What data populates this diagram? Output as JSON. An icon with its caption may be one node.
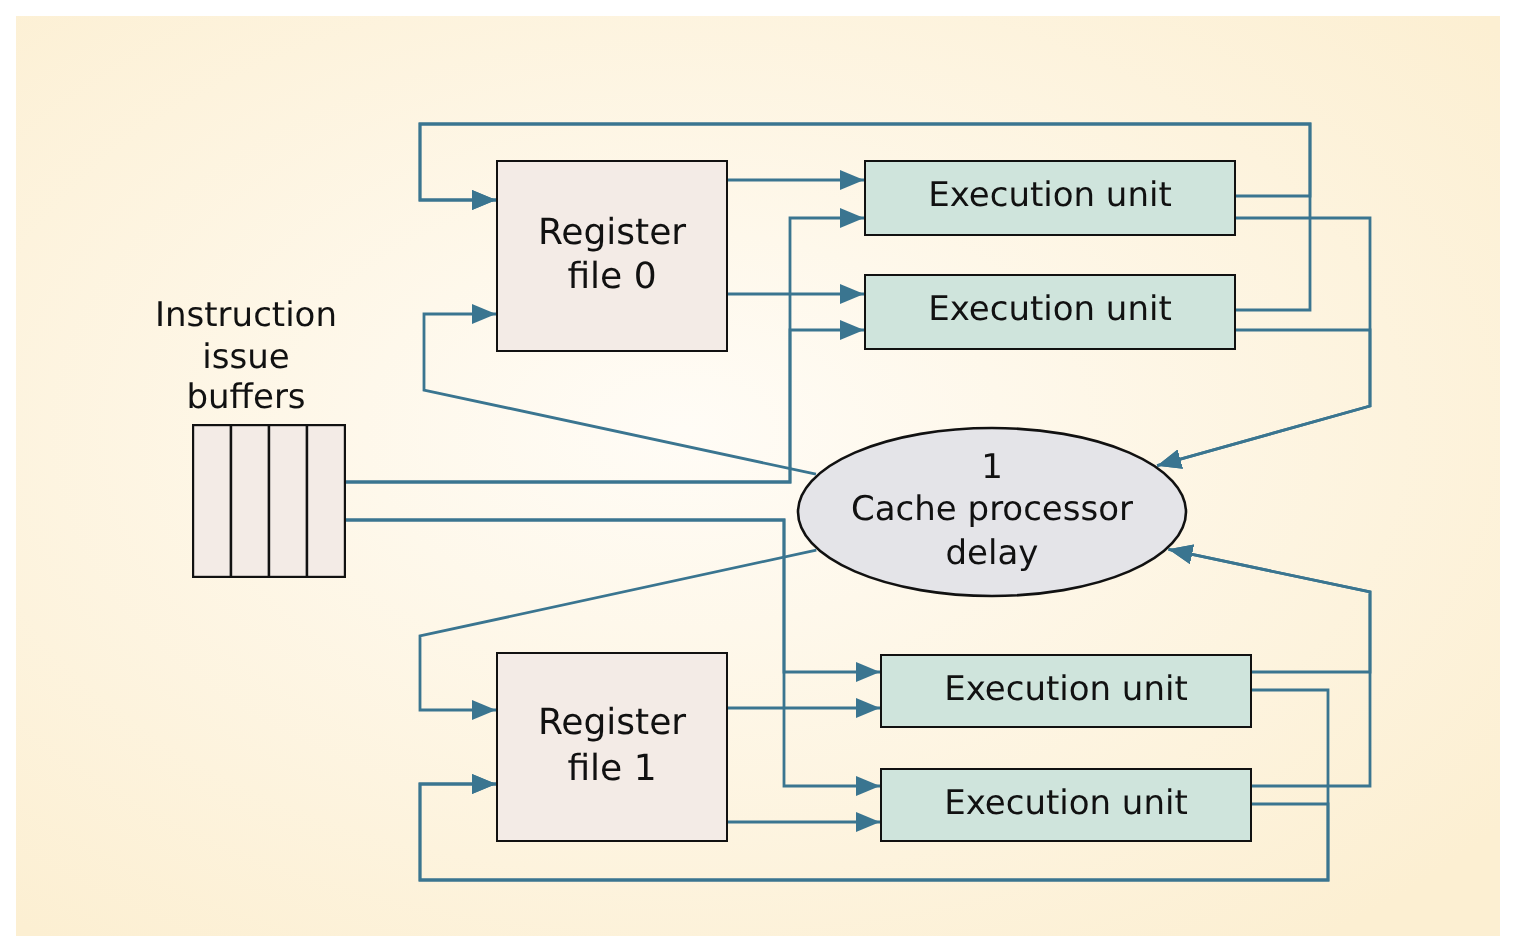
{
  "diagram": {
    "nodes": [
      {
        "text": [
          "Instruction issue buffers"
        ]
      },
      {
        "text": [
          "Register file 0"
        ]
      },
      {
        "text": [
          "Execution unit"
        ]
      },
      {
        "text": [
          "Execution unit"
        ]
      },
      {
        "text": [
          "1",
          "Cache processor delay"
        ]
      },
      {
        "text": [
          "Register file 1"
        ]
      },
      {
        "text": [
          "Execution unit"
        ]
      },
      {
        "text": [
          "Execution unit"
        ]
      }
    ],
    "edges": [
      {
        "from": 0,
        "to": 2,
        "arrow": "to"
      },
      {
        "from": 0,
        "to": 3,
        "arrow": "to"
      },
      {
        "from": 0,
        "to": 6,
        "arrow": "to"
      },
      {
        "from": 0,
        "to": 7,
        "arrow": "to"
      },
      {
        "from": 1,
        "to": 2,
        "arrow": "to"
      },
      {
        "from": 1,
        "to": 3,
        "arrow": "to"
      },
      {
        "from": 5,
        "to": 6,
        "arrow": "to"
      },
      {
        "from": 5,
        "to": 7,
        "arrow": "to"
      },
      {
        "from": 2,
        "to": 1,
        "arrow": "to"
      },
      {
        "from": 3,
        "to": 1,
        "arrow": "to"
      },
      {
        "from": 2,
        "to": 4,
        "arrow": "to"
      },
      {
        "from": 3,
        "to": 4,
        "arrow": "to"
      },
      {
        "from": 4,
        "to": 1,
        "arrow": "to"
      },
      {
        "from": 4,
        "to": 5,
        "arrow": "to"
      },
      {
        "from": 6,
        "to": 4,
        "arrow": "to"
      },
      {
        "from": 7,
        "to": 4,
        "arrow": "to"
      },
      {
        "from": 6,
        "to": 5,
        "arrow": "to"
      },
      {
        "from": 7,
        "to": 5,
        "arrow": "to"
      }
    ]
  }
}
